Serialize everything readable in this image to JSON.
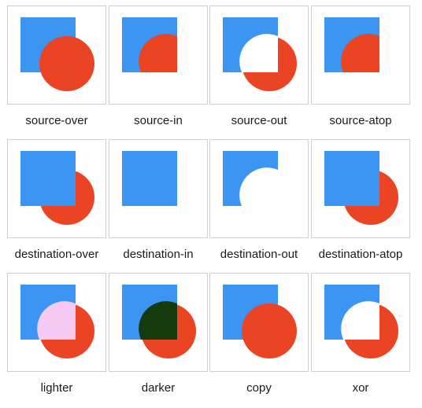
{
  "colors": {
    "destination_square": "#3c95f0",
    "source_circle": "#ea4425",
    "lighter_overlap": "#f4c9f2",
    "darker_overlap": "#153a0e"
  },
  "examples": [
    {
      "label": "source-over"
    },
    {
      "label": "source-in"
    },
    {
      "label": "source-out"
    },
    {
      "label": "source-atop"
    },
    {
      "label": "destination-over"
    },
    {
      "label": "destination-in"
    },
    {
      "label": "destination-out"
    },
    {
      "label": "destination-atop"
    },
    {
      "label": "lighter"
    },
    {
      "label": "darker"
    },
    {
      "label": "copy"
    },
    {
      "label": "xor"
    }
  ]
}
